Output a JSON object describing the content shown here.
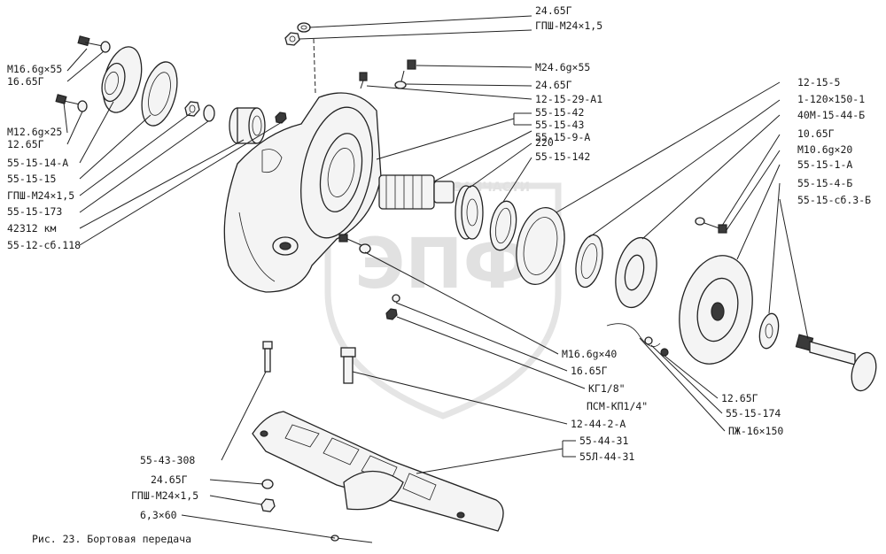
{
  "caption": "Рис. 23. Бортовая передача",
  "watermark": {
    "logo": "ЭПФ",
    "text": "ЗАПЧАСТИ"
  },
  "labels": {
    "l1": "24.65Г",
    "l2": "ГПШ-М24×1,5",
    "l3": "М24.6g×55",
    "l4": "24.65Г",
    "l5": "12-15-29-А1",
    "l6": "55-15-42",
    "l7": "55-15-43",
    "l8": "55-15-9-А",
    "l9": "220",
    "l10": "55-15-142",
    "l11": "12-15-5",
    "l12": "1-120×150-1",
    "l13": "40М-15-44-Б",
    "l14": "10.65Г",
    "l15": "М10.6g×20",
    "l16": "55-15-1-А",
    "l17": "55-15-4-Б",
    "l18": "55-15-сб.3-Б",
    "l19": "М16.6g×55",
    "l20": "16.65Г",
    "l21": "М12.6g×25",
    "l22": "12.65Г",
    "l23": "55-15-14-А",
    "l24": "55-15-15",
    "l25": "ГПШ-М24×1,5",
    "l26": "55-15-173",
    "l27": "42312 км",
    "l28": "55-12-сб.118",
    "l29": "М16.6g×40",
    "l30": "16.65Г",
    "l31": "КГ1/8\"",
    "l32": "ПСМ-КП1/4\"",
    "l33": "12-44-2-А",
    "l34": "12.65Г",
    "l35": "55-15-174",
    "l36": "ПЖ-16×150",
    "l37": "55-44-31",
    "l38": "55Л-44-31",
    "l39": "55-43-308",
    "l40": "24.65Г",
    "l41": "ГПШ-М24×1,5",
    "l42": "6,3×60"
  }
}
